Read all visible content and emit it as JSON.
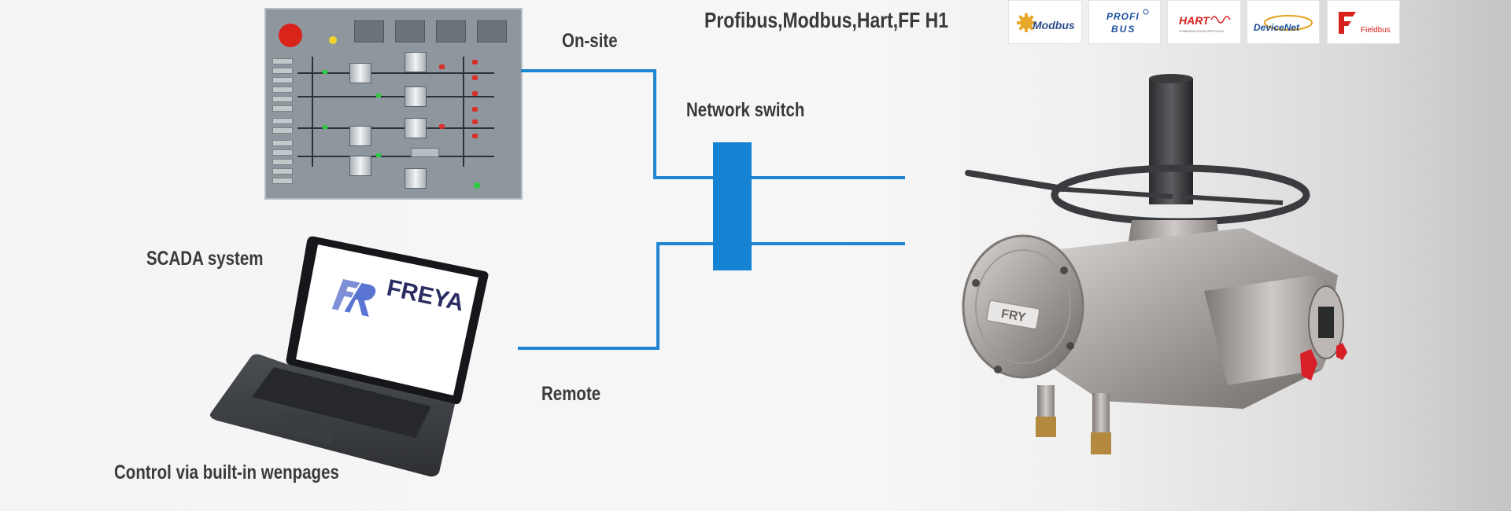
{
  "labels": {
    "protocols": "Profibus,Modbus,Hart,FF H1",
    "on_site": "On-site",
    "network_switch": "Network switch",
    "scada_system": "SCADA system",
    "remote": "Remote",
    "control_web": "Control via built-in wenpages"
  },
  "logos": {
    "modbus": "Modbus",
    "profibus_line1": "PROFI",
    "profibus_line2": "BUS",
    "hart": "HART",
    "hart_sub": "COMMUNICATION PROTOCOL",
    "devicenet": "DeviceNet",
    "fieldbus": "Fieldbus"
  },
  "laptop": {
    "brand": "FREYA"
  },
  "actuator": {
    "nameplate": "FRY"
  },
  "colors": {
    "network_line": "#1f86d2",
    "switch": "#1582d4",
    "text": "#3a3a3a"
  }
}
